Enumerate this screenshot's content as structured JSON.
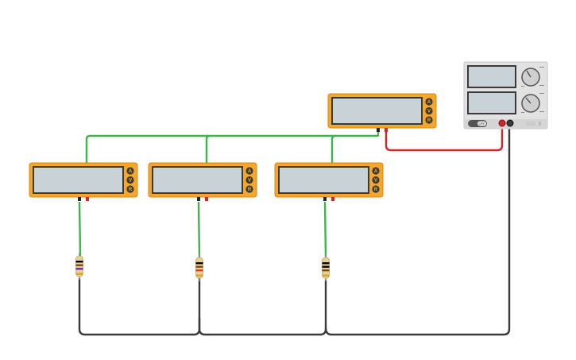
{
  "power_supply": {
    "switch_label": "OFF",
    "knob_labels": [
      "",
      "",
      "",
      ""
    ]
  },
  "multimeters": [
    {
      "id": "top",
      "buttons": [
        "A",
        "V",
        "R"
      ]
    },
    {
      "id": "m1",
      "buttons": [
        "A",
        "V",
        "R"
      ]
    },
    {
      "id": "m2",
      "buttons": [
        "A",
        "V",
        "R"
      ]
    },
    {
      "id": "m3",
      "buttons": [
        "A",
        "V",
        "R"
      ]
    }
  ],
  "resistors": [
    {
      "id": "r1",
      "bands": [
        "#000000",
        "#7a4a1a",
        "#6a2bb8",
        "#d4a72c"
      ]
    },
    {
      "id": "r2",
      "bands": [
        "#000000",
        "#7a4a1a",
        "#e23b2b",
        "#d4a72c"
      ]
    },
    {
      "id": "r3",
      "bands": [
        "#000000",
        "#000000",
        "#7a4a1a",
        "#d4a72c"
      ]
    }
  ],
  "colors": {
    "meter_body": "#f4a72a",
    "meter_screen": "#c9d2d6",
    "wire_green": "#3db64a",
    "wire_red": "#d3262b",
    "wire_black": "#3a3a3a",
    "supply_body": "#e2e2e2"
  }
}
